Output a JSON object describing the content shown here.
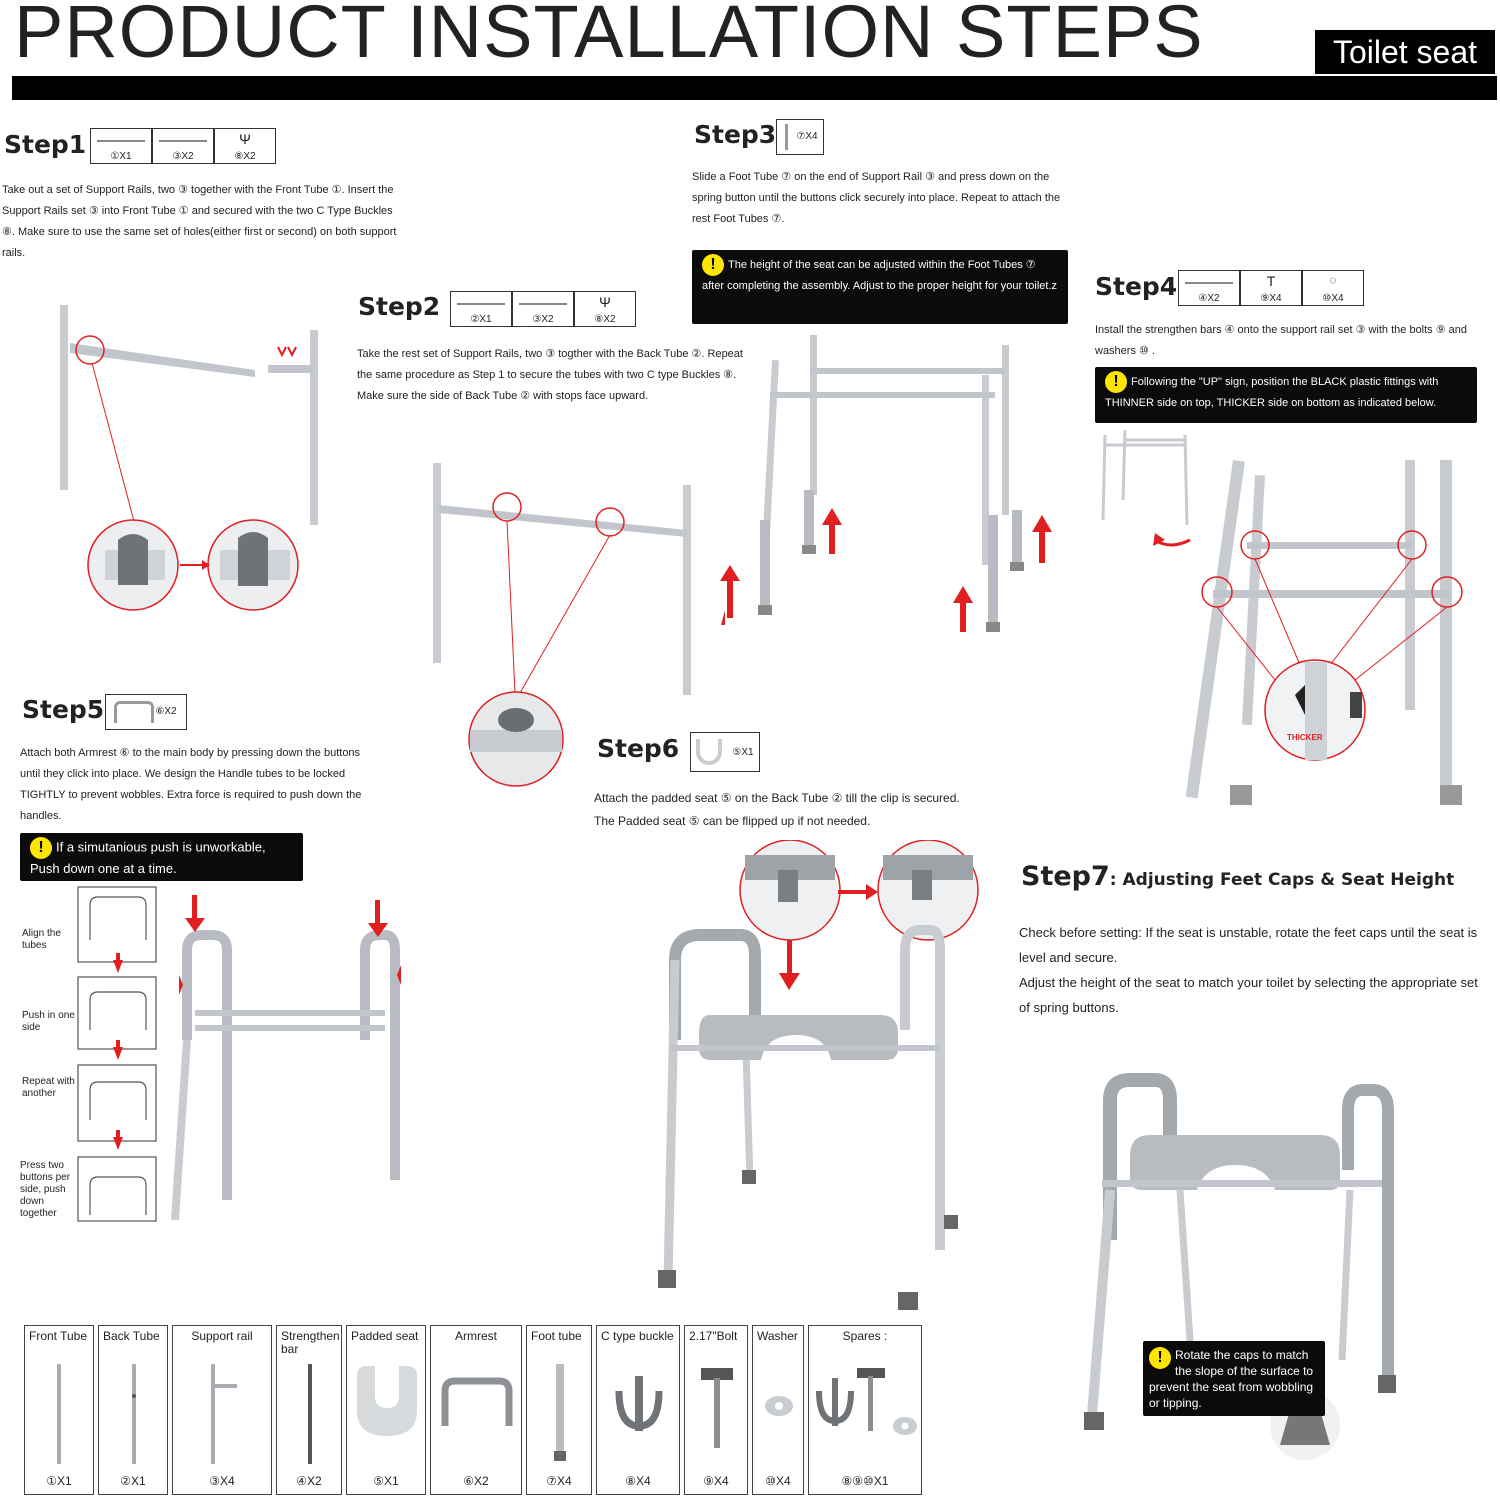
{
  "header": {
    "title": "PRODUCT INSTALLATION STEPS",
    "badge": "Toilet seat"
  },
  "step1": {
    "label": "Step1",
    "parts": [
      "①X1",
      "③X2",
      "⑧X2"
    ],
    "text": "Take out a set of Support Rails, two ③  together with the Front Tube ①. Insert the Support Rails set ③ into Front Tube ① and secured with the two C Type Buckles ⑧. Make sure to use the same set of holes(either first or second) on both support rails."
  },
  "step2": {
    "label": "Step2",
    "parts": [
      "②X1",
      "③X2",
      "⑧X2"
    ],
    "text": "Take the rest set of Support Rails, two ③  togther with the Back Tube ②. Repeat the same procedure as Step 1 to secure the tubes with two C type Buckles ⑧. Make sure the side of Back Tube ② with stops  face upward."
  },
  "step3": {
    "label": "Step3",
    "parts": [
      "⑦X4"
    ],
    "text": "Slide a Foot Tube ⑦ on the end of Support Rail ③ and press down on the spring button until the buttons click securely into place. Repeat to attach the rest Foot Tubes ⑦.",
    "note": "The height of the seat can be adjusted within the Foot Tubes ⑦ after completing the assembly. Adjust to the proper height for your toilet.z"
  },
  "step4": {
    "label": "Step4",
    "parts": [
      "④X2",
      "⑨X4",
      "⑩X4"
    ],
    "text": "Install the strengthen bars ④ onto the support rail set ③ with the bolts ⑨ and washers ⑩ .",
    "note": "Following the \"UP\" sign, position the BLACK plastic fittings with THINNER side on top, THICKER side on bottom as indicated below.",
    "thicker": "THICKER"
  },
  "step5": {
    "label": "Step5",
    "parts": [
      "⑥X2"
    ],
    "text": "Attach both Armrest ⑥ to the main body by pressing down the buttons until they click into place. We design the Handle tubes to be locked TIGHTLY to prevent wobbles. Extra force is required to push down the handles.",
    "note": "If a simutanious push is unworkable, Push down one at a time.",
    "substeps": [
      "Align the tubes",
      "Push in one side",
      "Repeat with another",
      "Press two buttons per side, push down together"
    ]
  },
  "step6": {
    "label": "Step6",
    "parts": [
      "⑤X1"
    ],
    "text1": "Attach the padded seat  ⑤ on the Back Tube ② till the clip is secured.",
    "text2": "The Padded seat ⑤ can be flipped up if not needed."
  },
  "step7": {
    "label": "Step7",
    "subtitle": ": Adjusting Feet Caps & Seat Height",
    "text1": "Check before setting: If the seat is unstable, rotate the feet caps until the seat is level and secure.",
    "text2": "Adjust the height of the seat to match your toilet by selecting the appropriate set of spring buttons.",
    "note": "Rotate the caps to match the slope of the surface to prevent the seat from wobbling or tipping."
  },
  "legend": [
    {
      "name": "Front Tube",
      "qty": "①X1",
      "icon": "front-tube-icon"
    },
    {
      "name": "Back Tube",
      "qty": "②X1",
      "icon": "back-tube-icon"
    },
    {
      "name": "Support rail",
      "qty": "③X4",
      "icon": "support-rail-icon"
    },
    {
      "name": "Strengthen bar",
      "qty": "④X2",
      "icon": "strengthen-bar-icon"
    },
    {
      "name": "Padded seat",
      "qty": "⑤X1",
      "icon": "padded-seat-icon"
    },
    {
      "name": "Armrest",
      "qty": "⑥X2",
      "icon": "armrest-icon"
    },
    {
      "name": "Foot tube",
      "qty": "⑦X4",
      "icon": "foot-tube-icon"
    },
    {
      "name": "C type buckle",
      "qty": "⑧X4",
      "icon": "c-buckle-icon"
    },
    {
      "name": "2.17\"Bolt",
      "qty": "⑨X4",
      "icon": "bolt-icon"
    },
    {
      "name": "Washer",
      "qty": "⑩X4",
      "icon": "washer-icon"
    },
    {
      "name": "Spares :",
      "qty": "⑧⑨⑩X1",
      "icon": "spares-icon"
    }
  ],
  "colors": {
    "accent": "#e02020",
    "frame": "#b8bcc2",
    "note_bg": "#0b0b0b",
    "warn": "#ffe600"
  }
}
